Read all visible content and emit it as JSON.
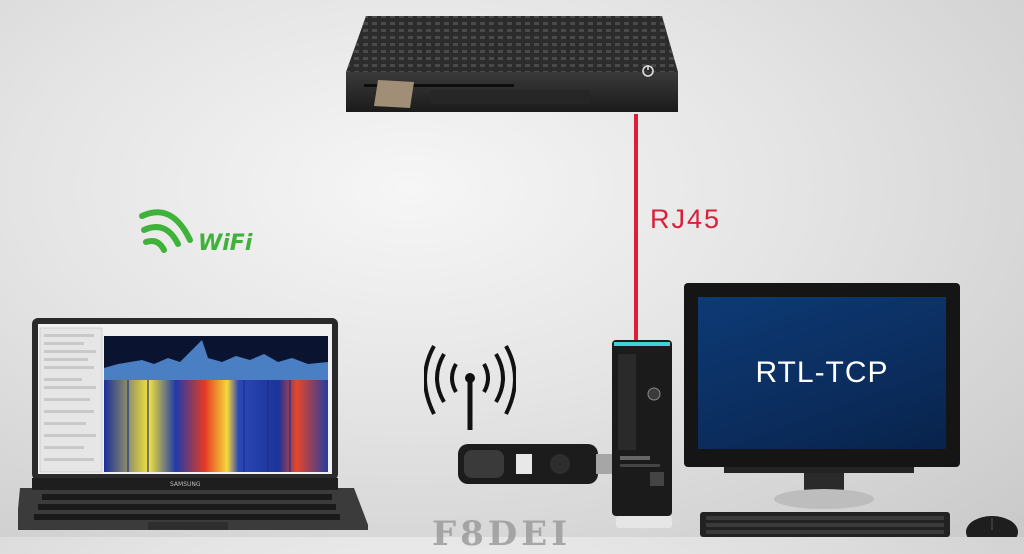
{
  "connection_label": "RJ45",
  "wifi_label": "WiFi",
  "monitor_text": "RTL-TCP",
  "laptop_brand": "SAMSUNG",
  "watermark": "F8DEI",
  "colors": {
    "cable": "#d8203a",
    "wifi_green": "#3fb23a",
    "screen_blue": "#0b2d5e"
  }
}
